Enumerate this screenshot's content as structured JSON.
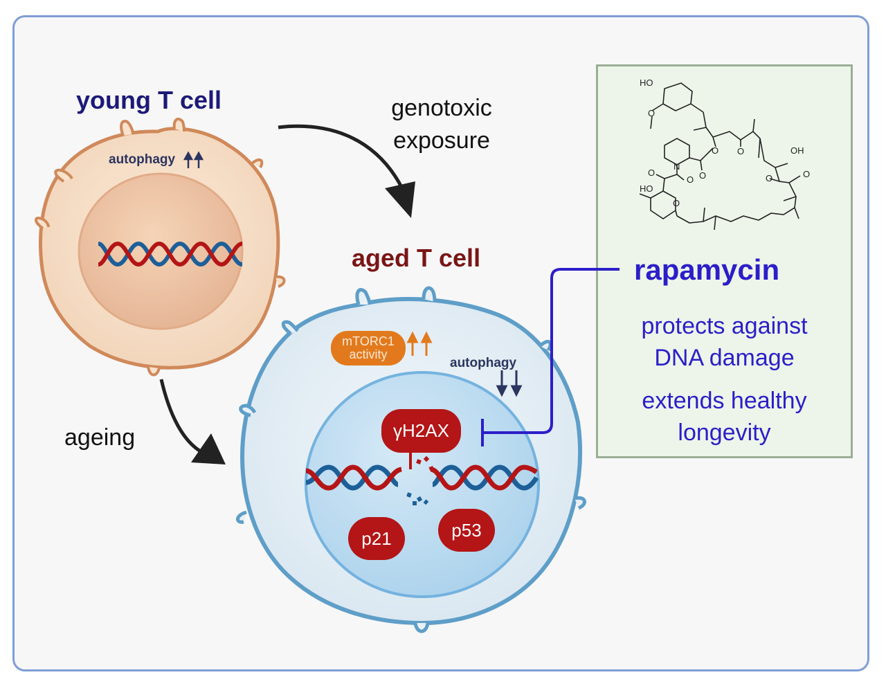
{
  "figure": {
    "young_cell": {
      "title": "young T cell",
      "annotation": "autophagy",
      "annotation_trend": "↑↑"
    },
    "aged_cell": {
      "title": "aged T cell",
      "mtorc1_label_line1": "mTORC1",
      "mtorc1_label_line2": "activity",
      "mtorc1_trend": "↑↑",
      "autophagy_label": "autophagy",
      "autophagy_trend": "↓↓",
      "markers": [
        "γH2AX",
        "p21",
        "p53"
      ]
    },
    "processes": {
      "genotoxic_line1": "genotoxic",
      "genotoxic_line2": "exposure",
      "ageing": "ageing"
    },
    "drug_panel": {
      "name": "rapamycin",
      "effect1_line1": "protects against",
      "effect1_line2": "DNA damage",
      "effect2_line1": "extends healthy",
      "effect2_line2": "longevity",
      "structure_labels": [
        "HO",
        "O",
        "N",
        "O",
        "O",
        "O",
        "OH",
        "O",
        "O",
        "HO",
        "O",
        "O",
        "O"
      ]
    },
    "colors": {
      "young_title": "#1c1a78",
      "aged_title": "#7a1515",
      "drug_text": "#2c1ec8",
      "inhibition_line": "#2c1ec8",
      "marker_fill": "#b41516",
      "mtorc1_fill": "#e27a1d",
      "frame_border": "#7f9dd6",
      "panel_fill": "#edf5ea"
    }
  }
}
